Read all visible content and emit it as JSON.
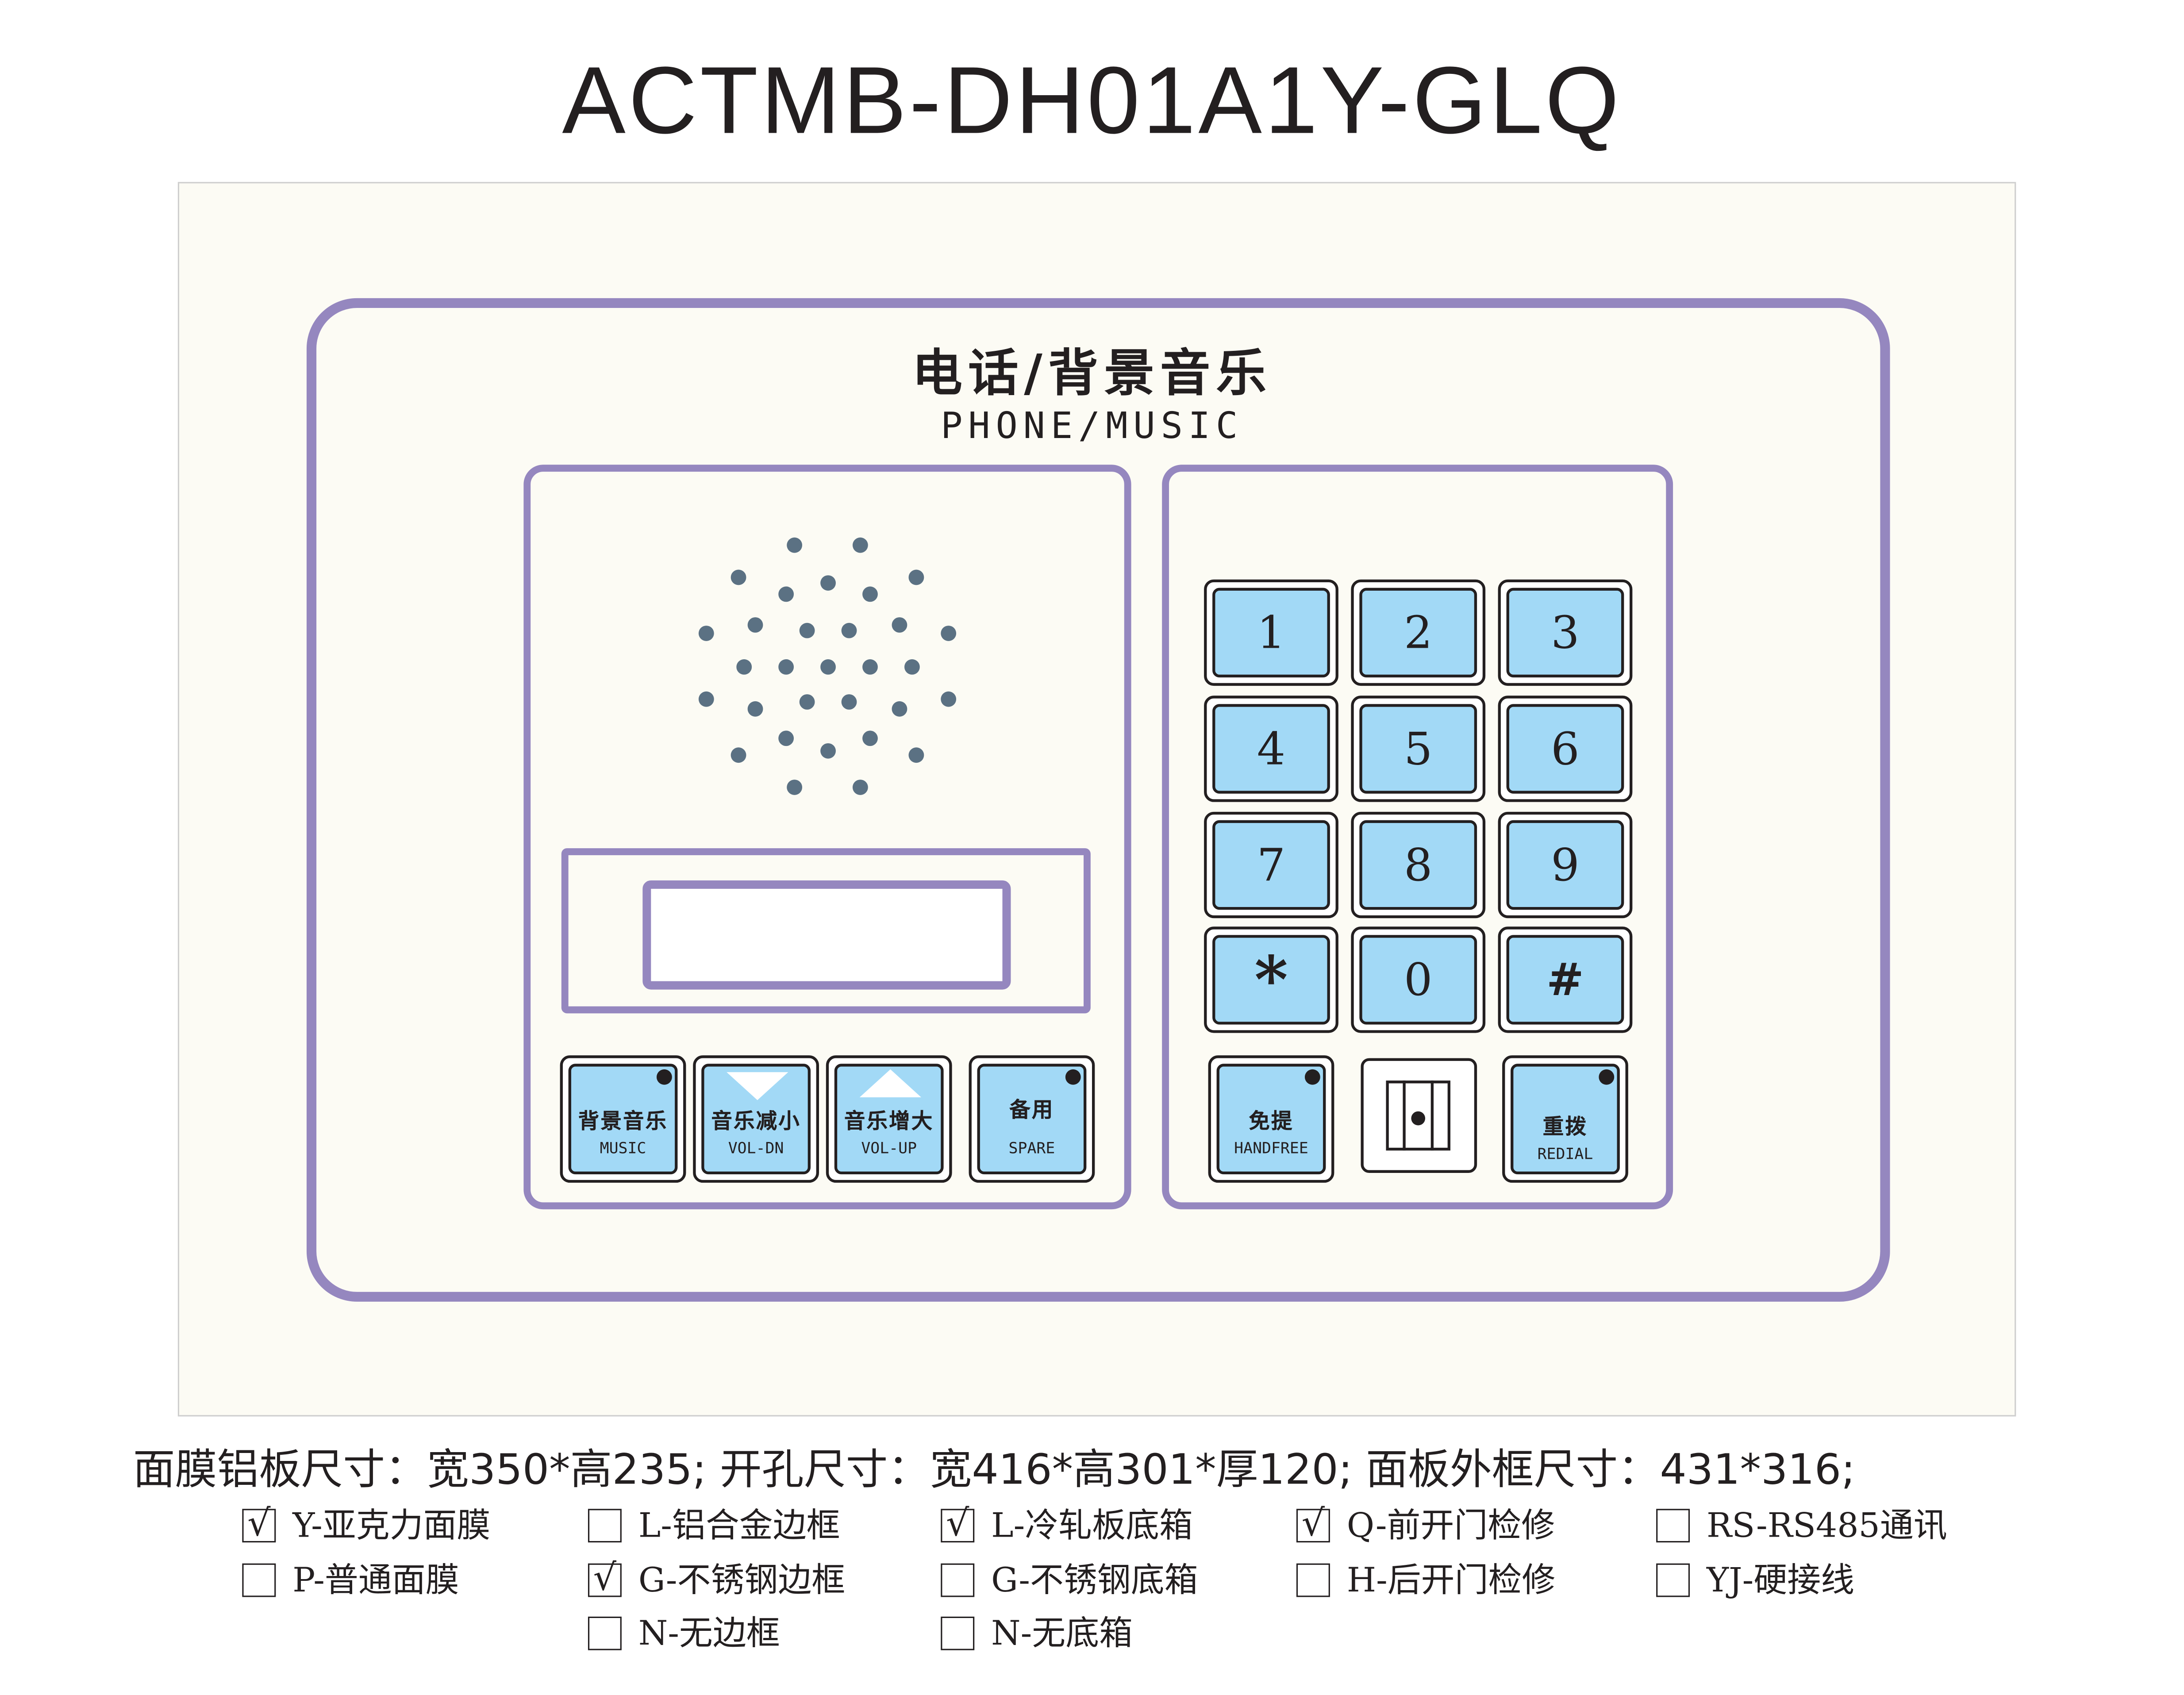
{
  "title": "ACTMB-DH01A1Y-GLQ",
  "panel": {
    "title_cn": "电话/背景音乐",
    "title_en": "PHONE/MUSIC"
  },
  "keypad": {
    "keys": [
      "1",
      "2",
      "3",
      "4",
      "5",
      "6",
      "7",
      "8",
      "9",
      "*",
      "0",
      "#"
    ]
  },
  "function_keys": {
    "music": {
      "cn": "背景音乐",
      "en": "MUSIC"
    },
    "vol_dn": {
      "cn": "音乐减小",
      "en": "VOL-DN"
    },
    "vol_up": {
      "cn": "音乐增大",
      "en": "VOL-UP"
    },
    "spare": {
      "cn": "备用",
      "en": "SPARE"
    },
    "handfree": {
      "cn": "免提",
      "en": "HANDFREE"
    },
    "redial": {
      "cn": "重拨",
      "en": "REDIAL"
    }
  },
  "spec_text": "面膜铝板尺寸：宽350*高235; 开孔尺寸：宽416*高301*厚120;  面板外框尺寸：431*316;",
  "options": [
    {
      "label": "Y-亚克力面膜",
      "checked": true
    },
    {
      "label": "P-普通面膜",
      "checked": false
    },
    {
      "label": "L-铝合金边框",
      "checked": false
    },
    {
      "label": "G-不锈钢边框",
      "checked": true
    },
    {
      "label": "N-无边框",
      "checked": false
    },
    {
      "label": "L-冷轧板底箱",
      "checked": true
    },
    {
      "label": "G-不锈钢底箱",
      "checked": false
    },
    {
      "label": "N-无底箱",
      "checked": false
    },
    {
      "label": "Q-前开门检修",
      "checked": true
    },
    {
      "label": "H-后开门检修",
      "checked": false
    },
    {
      "label": "RS-RS485通讯",
      "checked": false
    },
    {
      "label": "YJ-硬接线",
      "checked": false
    }
  ],
  "check_mark": "√",
  "colors": {
    "frame": "#9587bf",
    "key": "#a2d9f6",
    "grille": "#5b7183"
  }
}
